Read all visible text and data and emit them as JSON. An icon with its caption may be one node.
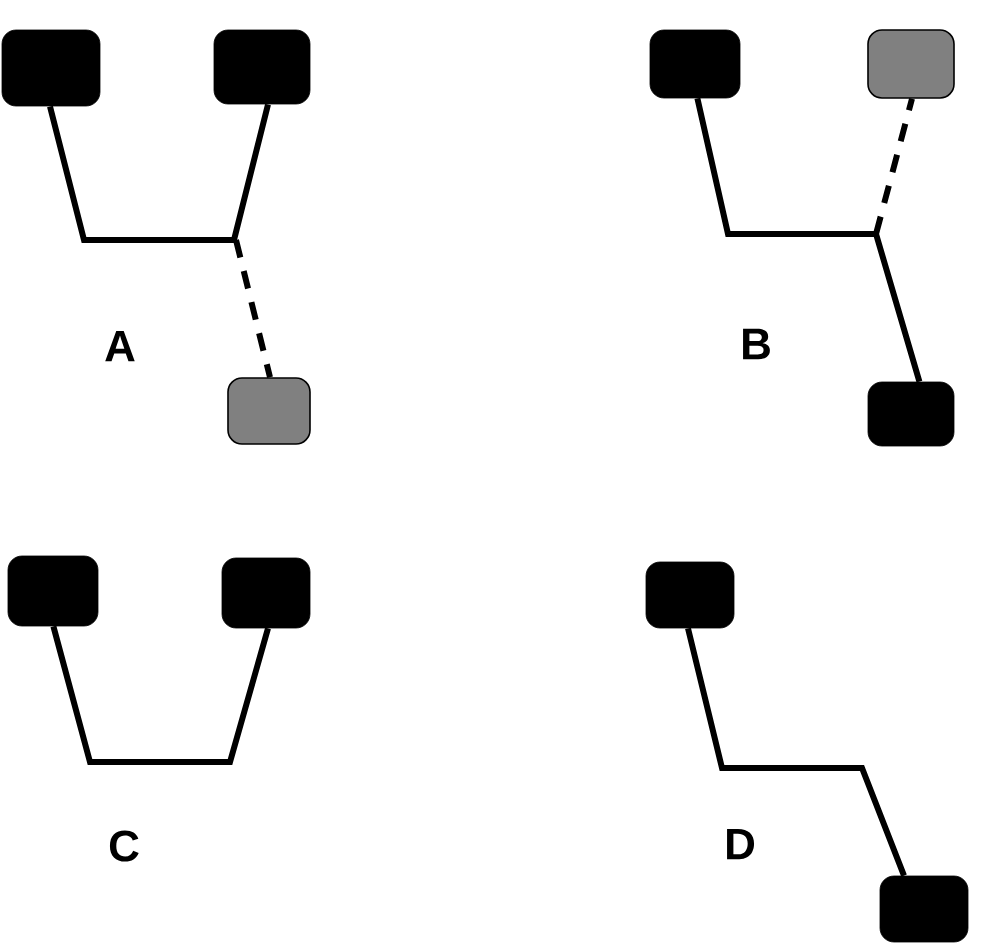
{
  "diagram": {
    "nodes": [
      {
        "text": [],
        "shape": "box"
      },
      {
        "text": [],
        "shape": "box"
      },
      {
        "text": [],
        "shape": "box"
      },
      {
        "text": [],
        "shape": "box"
      },
      {
        "text": [],
        "shape": "box"
      },
      {
        "text": [],
        "shape": "box"
      },
      {
        "text": [],
        "shape": "box"
      },
      {
        "text": [],
        "shape": "box"
      },
      {
        "text": [],
        "shape": "box"
      },
      {
        "text": [],
        "shape": "box"
      }
    ],
    "edges": [
      {
        "from": 0,
        "to": 1,
        "arrow": "none"
      },
      {
        "from": null,
        "to": 2,
        "arrow": "none",
        "style": "dashed"
      },
      {
        "from": 3,
        "to": 5,
        "arrow": "none"
      },
      {
        "from": null,
        "to": 4,
        "arrow": "none",
        "style": "dashed"
      },
      {
        "from": 6,
        "to": 7,
        "arrow": "none"
      },
      {
        "from": 8,
        "to": 9,
        "arrow": "none"
      }
    ],
    "labels": [
      "A",
      "B",
      "C",
      "D"
    ]
  }
}
